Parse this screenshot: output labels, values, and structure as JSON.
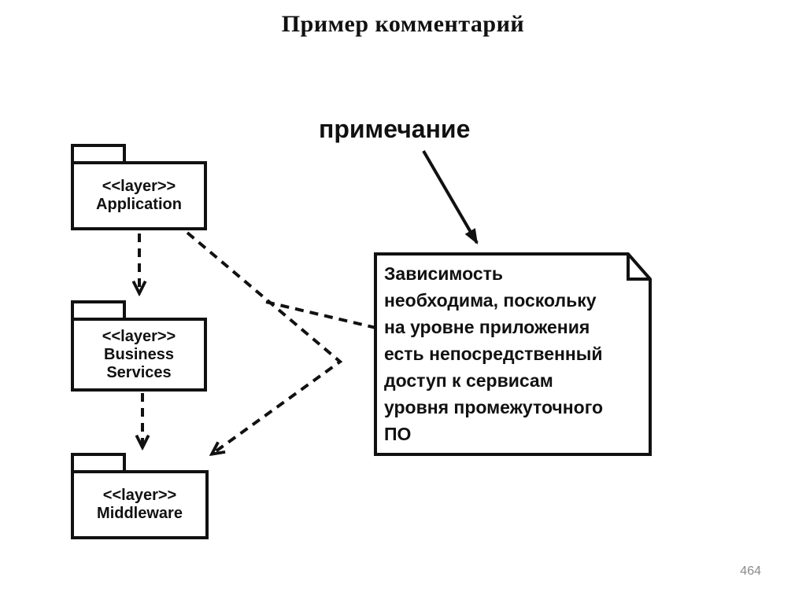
{
  "page": {
    "title": "Пример комментарий",
    "page_number": "464"
  },
  "diagram": {
    "note_label": "примечание",
    "packages": [
      {
        "stereotype": "<<layer>>",
        "name": "Application"
      },
      {
        "stereotype": "<<layer>>",
        "name": "Business\nServices"
      },
      {
        "stereotype": "<<layer>>",
        "name": "Middleware"
      }
    ],
    "note": {
      "text": "Зависимость\nнеобходима, поскольку\nна уровне приложения\nесть непосредственный\nдоступ к сервисам\nуровня промежуточного\nПО"
    },
    "relations": [
      "Application -> Business Services (dashed dependency)",
      "Business Services -> Middleware (dashed dependency)",
      "Application -> Middleware (dashed dependency, bent)",
      "note anchored to Application->Middleware dependency",
      "label 'примечание' points to note (solid arrow)"
    ],
    "colors": {
      "stroke": "#111111",
      "text": "#111111",
      "background": "#ffffff",
      "page_number": "#8a8a8a"
    }
  }
}
